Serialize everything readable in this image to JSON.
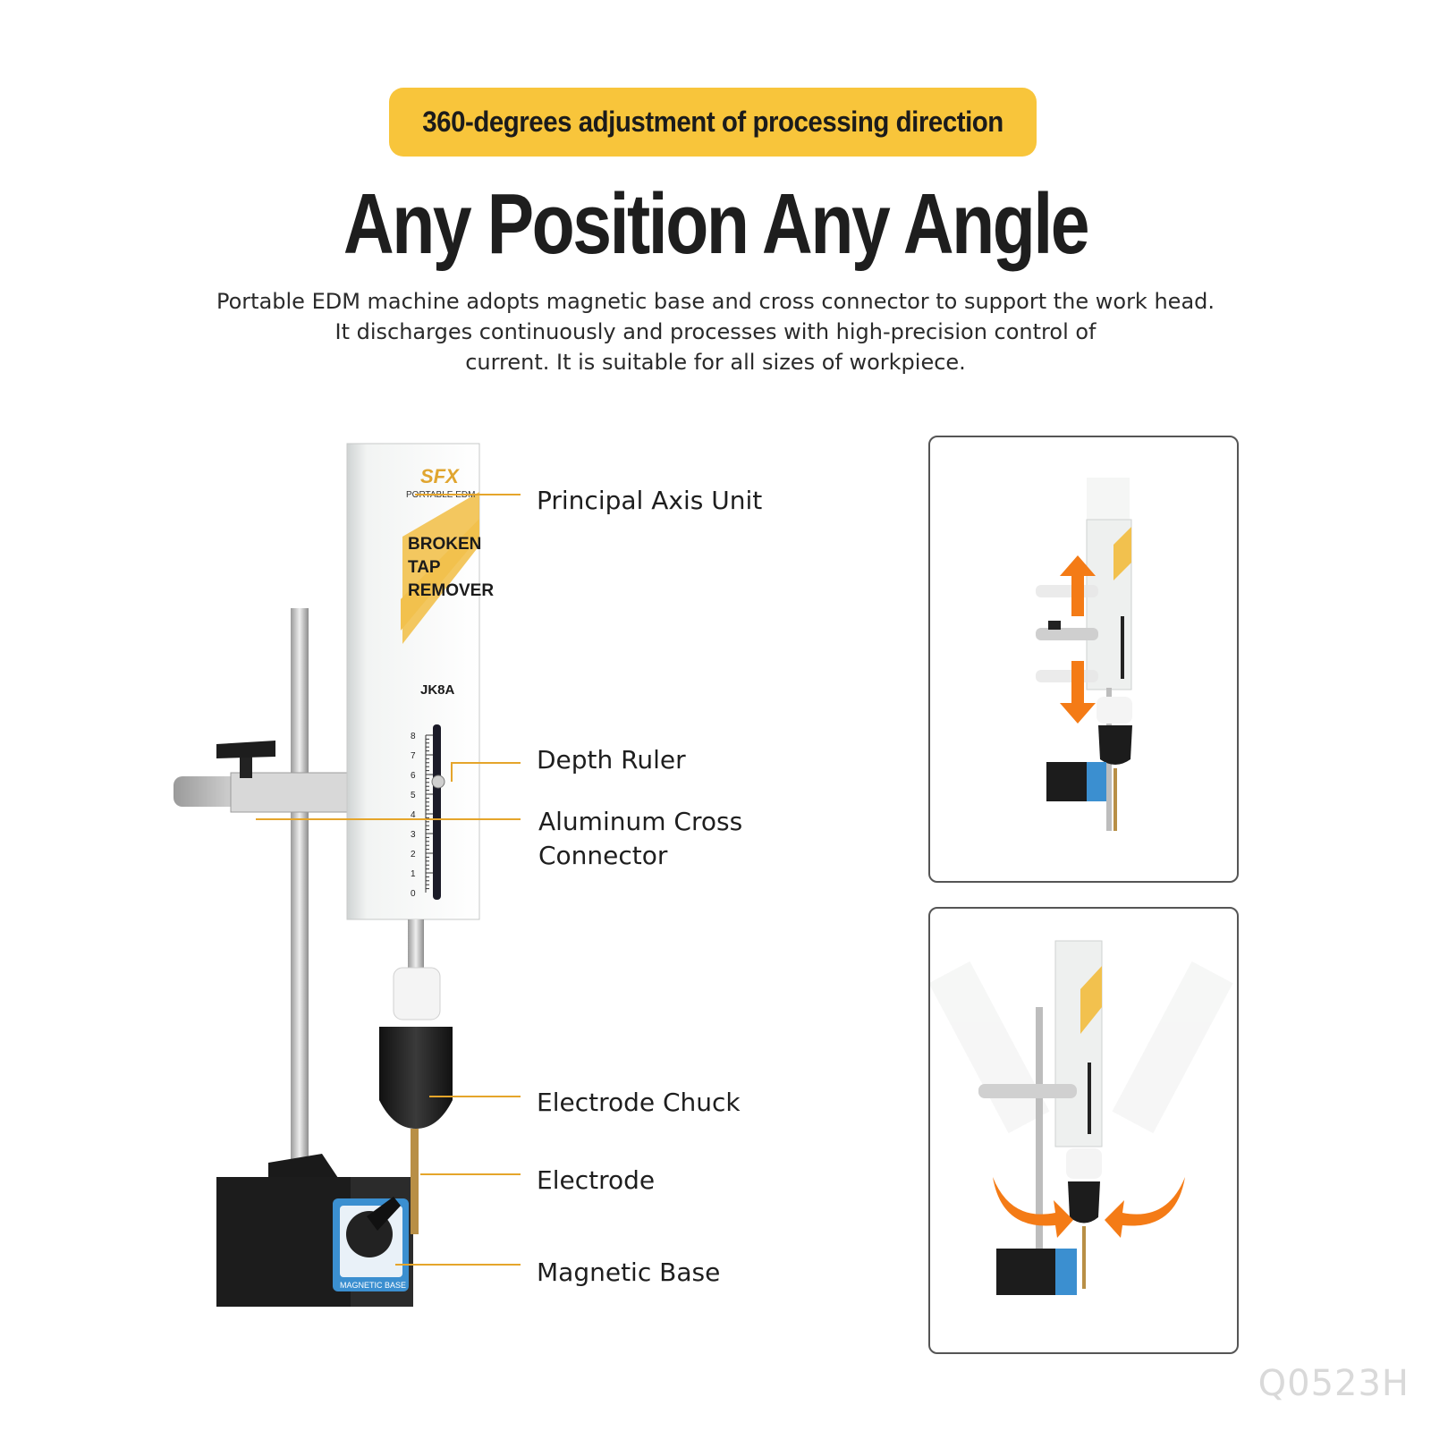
{
  "banner": {
    "text": "360-degrees adjustment of processing direction"
  },
  "headline": "Any Position Any Angle",
  "description": [
    "Portable EDM machine adopts magnetic base and cross connector to support the work head.",
    "It discharges continuously and processes with high-precision control of",
    "current. It is suitable for all sizes of workpiece."
  ],
  "callouts": [
    {
      "id": "principal-axis-unit",
      "lines": [
        "Principal Axis Unit"
      ]
    },
    {
      "id": "depth-ruler",
      "lines": [
        "Depth Ruler"
      ]
    },
    {
      "id": "aluminum-cross-connector",
      "lines": [
        "Aluminum Cross",
        "Connector"
      ]
    },
    {
      "id": "electrode-chuck",
      "lines": [
        "Electrode Chuck"
      ]
    },
    {
      "id": "electrode",
      "lines": [
        "Electrode"
      ]
    },
    {
      "id": "magnetic-base",
      "lines": [
        "Magnetic Base"
      ]
    }
  ],
  "device": {
    "brand": "SFX",
    "subtitle": "PORTABLE EDM",
    "product_lines": [
      "BROKEN",
      "TAP",
      "REMOVER"
    ],
    "model": "JK8A",
    "ruler_ticks": [
      "8",
      "7",
      "6",
      "5",
      "4",
      "3",
      "2",
      "1",
      "0"
    ],
    "base_label": "MAGNETIC BASE"
  },
  "watermark": "Q0523H",
  "colors": {
    "accent_yellow": "#f8c53b",
    "leader_line": "#e5a52b",
    "arrow_orange": "#f47b16",
    "base_blue": "#2f86c9"
  },
  "panels": [
    {
      "id": "vertical-adjustment",
      "icon": "up-down-arrows-icon"
    },
    {
      "id": "angle-adjustment",
      "icon": "rotation-arrows-icon"
    }
  ]
}
